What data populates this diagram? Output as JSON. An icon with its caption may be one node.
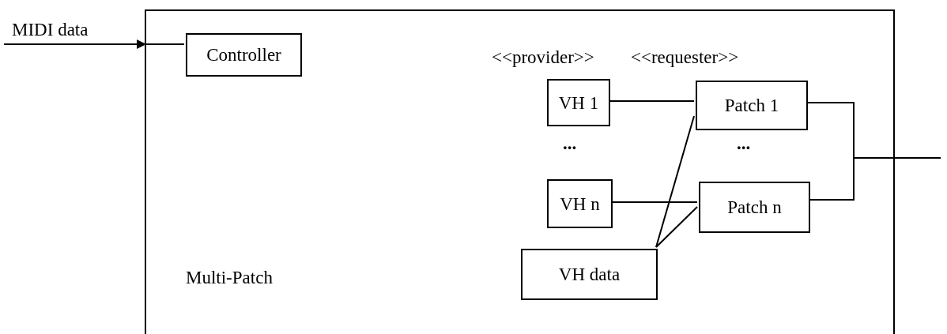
{
  "diagram": {
    "nodes": [
      {
        "text": [
          "Multi-Patch"
        ]
      },
      {
        "text": [
          "Controller"
        ],
        "in": 0
      },
      {
        "text": [
          "VH 1"
        ],
        "in": 0
      },
      {
        "text": [
          "Patch 1"
        ],
        "in": 0
      },
      {
        "text": [
          "VH n"
        ],
        "in": 0
      },
      {
        "text": [
          "Patch n"
        ],
        "in": 0
      },
      {
        "text": [
          "VH data"
        ],
        "in": 0
      }
    ],
    "edges": [
      {
        "from": null,
        "to": 0,
        "arrow": "to",
        "label": "MIDI data"
      },
      {
        "from": 0,
        "to": 1,
        "arrow": "none"
      },
      {
        "from": 2,
        "to": 3,
        "arrow": "none"
      },
      {
        "from": 4,
        "to": 5,
        "arrow": "none"
      },
      {
        "from": 6,
        "to": 3,
        "arrow": "none"
      },
      {
        "from": 6,
        "to": 5,
        "arrow": "none"
      },
      {
        "from": 3,
        "to": null,
        "arrow": "none"
      },
      {
        "from": 5,
        "to": null,
        "arrow": "none"
      }
    ],
    "labels": [
      "<<provider>>",
      "<<requester>>",
      "...",
      "..."
    ]
  }
}
